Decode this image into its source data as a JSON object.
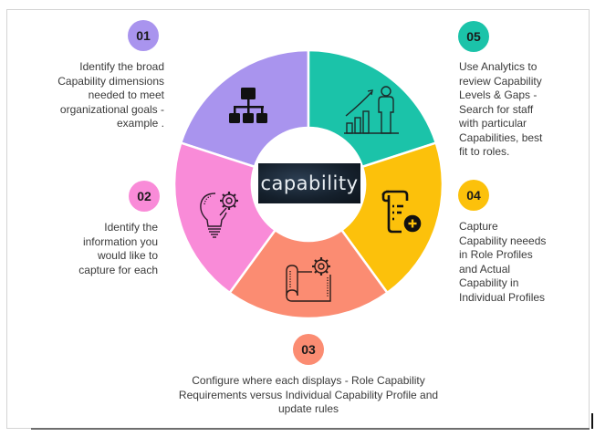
{
  "diagram": {
    "center_label": "capability",
    "colors": {
      "purple": "#a994ee",
      "teal": "#1bc3a9",
      "yellow": "#fcc10b",
      "salmon": "#fb8c72",
      "pink": "#f98bd8",
      "text": "#3a3a3a",
      "frame": "#d4d4d4"
    },
    "steps": [
      {
        "number": "01",
        "color": "#a994ee",
        "icon": "org-chart-icon",
        "lines": [
          "Identify the broad",
          "Capability dimensions",
          "needed to meet",
          "organizational goals -",
          "example  ."
        ]
      },
      {
        "number": "02",
        "color": "#f98bd8",
        "icon": "lightbulb-gear-icon",
        "lines": [
          "Identify the",
          "information you",
          "would like to",
          "capture for each"
        ]
      },
      {
        "number": "03",
        "color": "#fb8c72",
        "icon": "blueprint-gear-icon",
        "lines": [
          "Configure where each displays - Role Capability",
          "Requirements versus Individual Capability Profile and",
          "update rules"
        ]
      },
      {
        "number": "04",
        "color": "#fcc10b",
        "icon": "document-add-icon",
        "lines": [
          "Capture",
          "Capability neeeds",
          "in Role Profiles",
          "and Actual",
          "Capability in",
          "Individual Profiles"
        ]
      },
      {
        "number": "05",
        "color": "#1bc3a9",
        "icon": "growth-chart-person-icon",
        "lines": [
          "Use Analytics to",
          "review Capability",
          "Levels & Gaps -",
          "Search for staff",
          "with particular",
          "Capabilities, best",
          "fit to roles."
        ]
      }
    ]
  }
}
